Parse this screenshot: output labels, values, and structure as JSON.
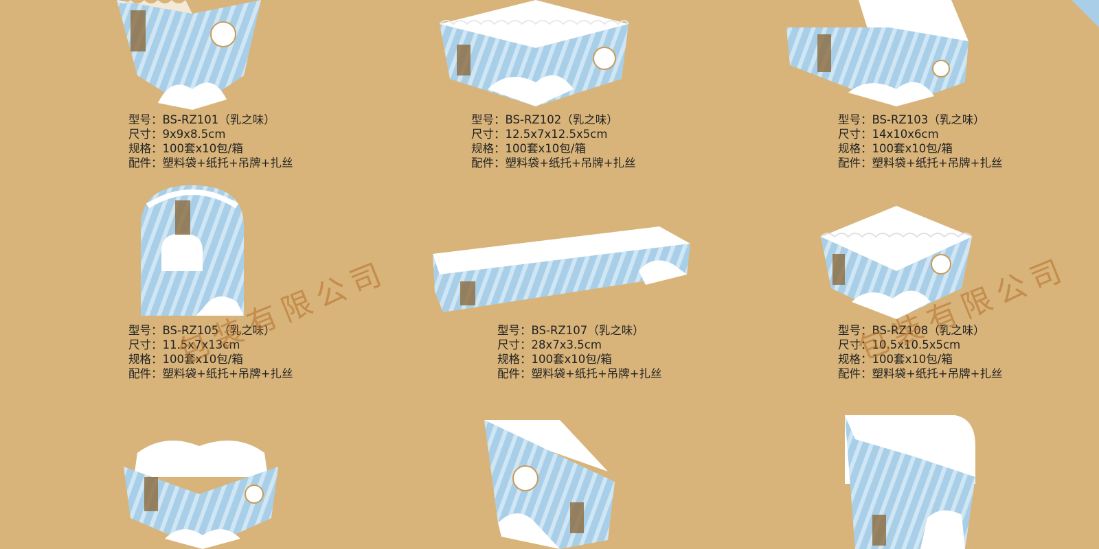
{
  "colors": {
    "background": "#d8b47a",
    "box_blue": "#a9cfe8",
    "box_stripe": "#cfe6f5",
    "paper_white": "#ffffff",
    "brand_brown": "#8c6a3c"
  },
  "products": [
    {
      "model_label": "型号：",
      "model": "BS-RZ101（乳之味）",
      "size_label": "尺寸：",
      "size": "9x9x8.5cm",
      "spec_label": "规格：",
      "spec": "100套x10包/箱",
      "parts_label": "配件：",
      "parts": "塑料袋+纸托+吊牌+扎丝"
    },
    {
      "model_label": "型号：",
      "model": "BS-RZ102（乳之味）",
      "size_label": "尺寸：",
      "size": "12.5x7x12.5x5cm",
      "spec_label": "规格：",
      "spec": "100套x10包/箱",
      "parts_label": "配件：",
      "parts": "塑料袋+纸托+吊牌+扎丝"
    },
    {
      "model_label": "型号：",
      "model": "BS-RZ103（乳之味）",
      "size_label": "尺寸：",
      "size": "14x10x6cm",
      "spec_label": "规格：",
      "spec": "100套x10包/箱",
      "parts_label": "配件：",
      "parts": "塑料袋+纸托+吊牌+扎丝"
    },
    {
      "model_label": "型号：",
      "model": "BS-RZ105（乳之味）",
      "size_label": "尺寸：",
      "size": "11.5x7x13cm",
      "spec_label": "规格：",
      "spec": "100套x10包/箱",
      "parts_label": "配件：",
      "parts": "塑料袋+纸托+吊牌+扎丝"
    },
    {
      "model_label": "型号：",
      "model": "BS-RZ107（乳之味）",
      "size_label": "尺寸：",
      "size": "28x7x3.5cm",
      "spec_label": "规格：",
      "spec": "100套x10包/箱",
      "parts_label": "配件：",
      "parts": "塑料袋+纸托+吊牌+扎丝"
    },
    {
      "model_label": "型号：",
      "model": "BS-RZ108（乳之味）",
      "size_label": "尺寸：",
      "size": "10.5x10.5x5cm",
      "spec_label": "规格：",
      "spec": "100套x10包/箱",
      "parts_label": "配件：",
      "parts": "塑料袋+纸托+吊牌+扎丝"
    }
  ],
  "watermark": {
    "left": "包装有限公司",
    "right": "包装有限公司"
  },
  "brand_mark": "乳之味"
}
